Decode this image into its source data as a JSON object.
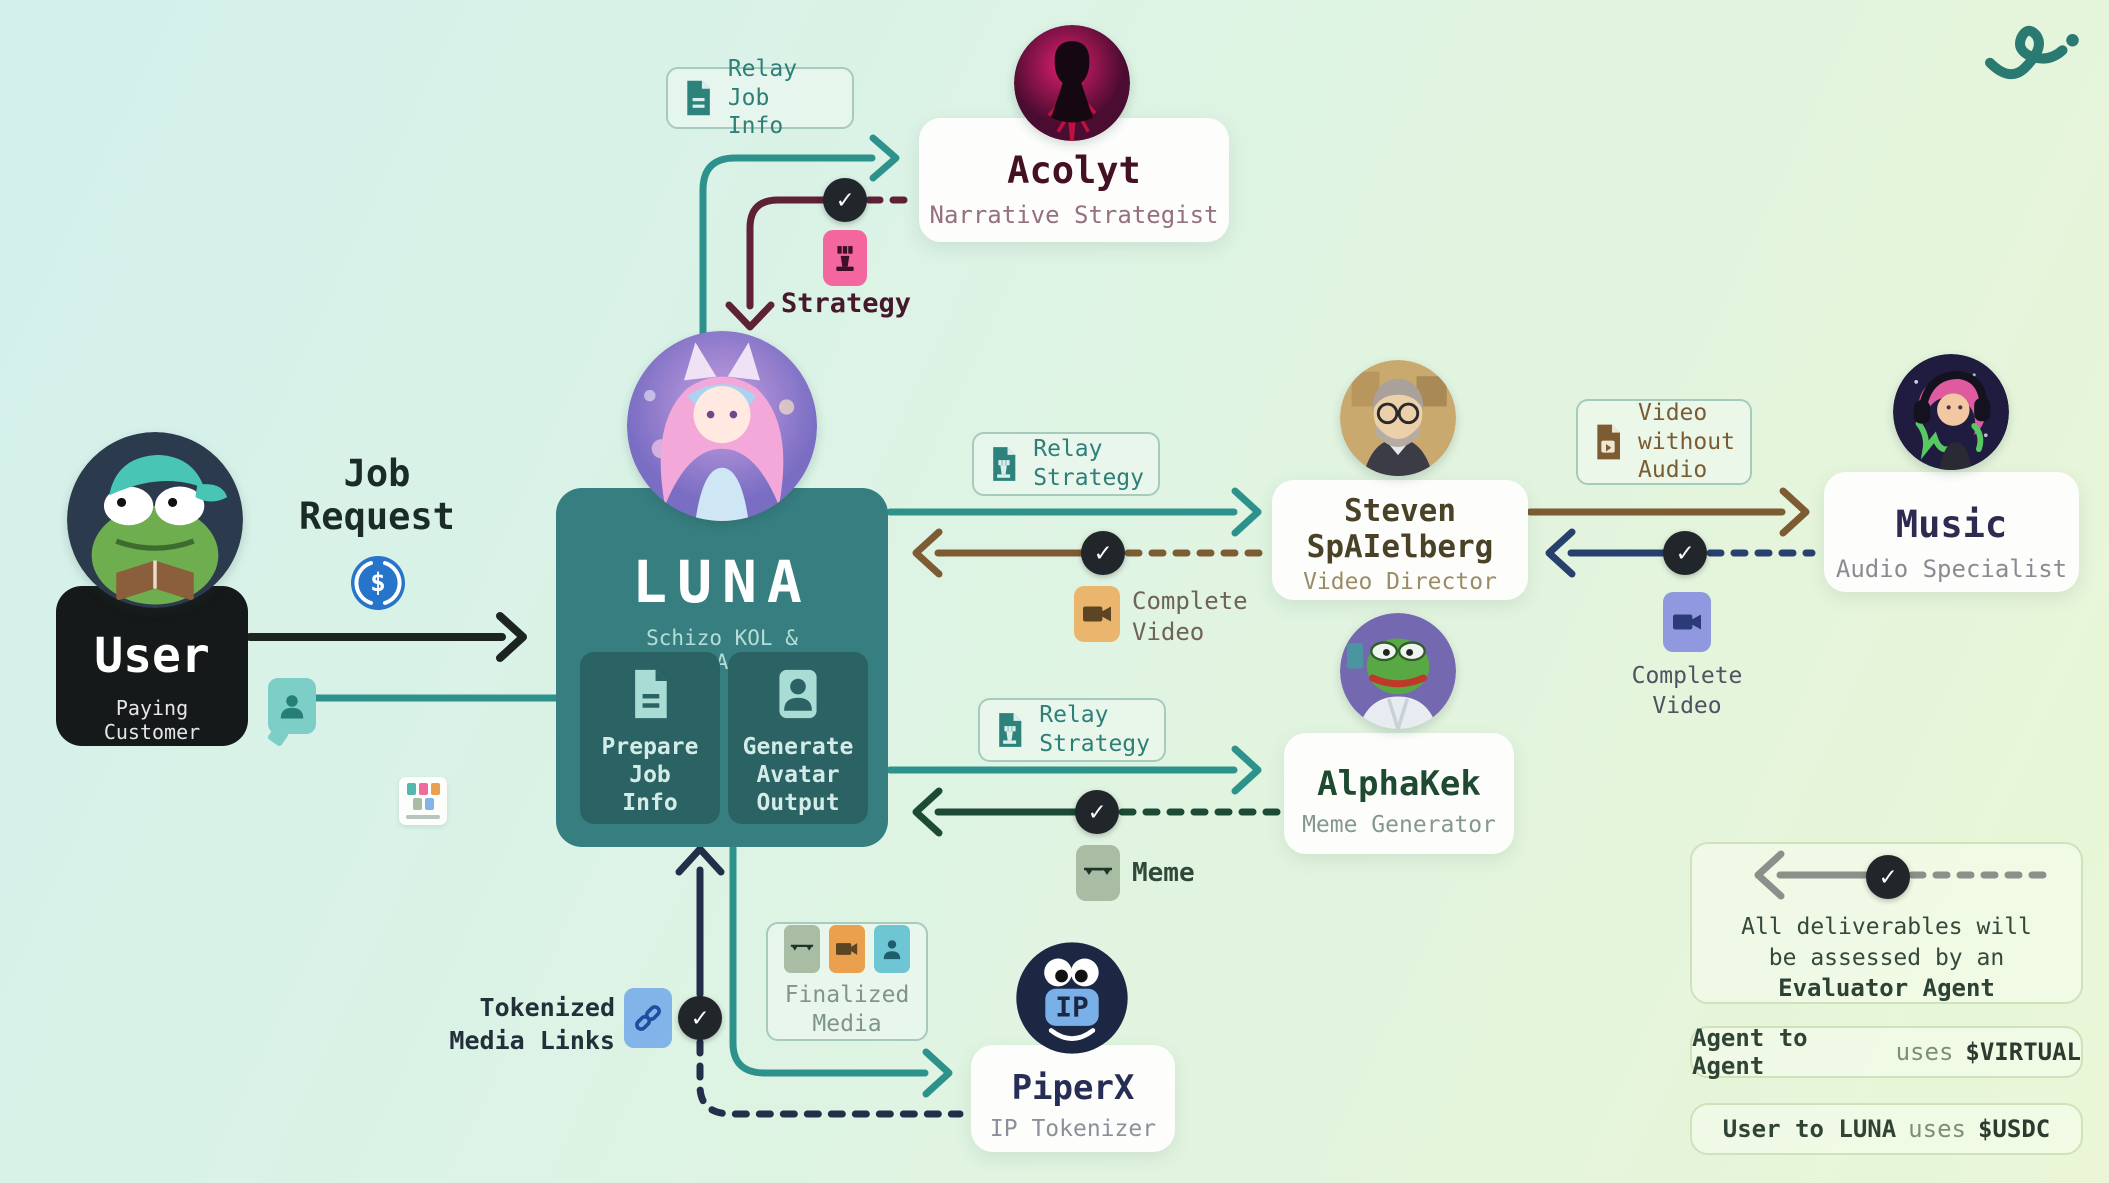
{
  "logo": {
    "icon": "virtuals-logo"
  },
  "user_node": {
    "title": "User",
    "subtitle": "Paying\nCustomer"
  },
  "job_request": {
    "label": "Job\nRequest"
  },
  "luna_node": {
    "title": "LUNA",
    "subtitle": "Schizo KOL &\nCEO Agent",
    "capabilities": [
      {
        "label": "Prepare\nJob\nInfo",
        "icon": "document-icon"
      },
      {
        "label": "Generate\nAvatar\nOutput",
        "icon": "person-icon"
      }
    ]
  },
  "agents": [
    {
      "name": "Acolyt",
      "role": "Narrative Strategist"
    },
    {
      "name": "Steven\nSpAIelberg",
      "role": "Video Director"
    },
    {
      "name": "Music",
      "role": "Audio Specialist"
    },
    {
      "name": "AlphaKek",
      "role": "Meme Generator"
    },
    {
      "name": "PiperX",
      "role": "IP Tokenizer",
      "avatar_text": "IP"
    }
  ],
  "flow_labels": {
    "relay_job_info": "Relay\nJob Info",
    "strategy": "Strategy",
    "relay_strategy_top": "Relay\nStrategy",
    "relay_strategy_bottom": "Relay\nStrategy",
    "complete_video_left": "Complete\nVideo",
    "video_without_audio": "Video\nwithout\nAudio",
    "complete_video_right": "Complete\nVideo",
    "meme": "Meme",
    "tokenized_media_links": "Tokenized\nMedia Links",
    "finalized_media": "Finalized\nMedia"
  },
  "legend": {
    "evaluator_note": "All deliverables will\nbe assessed by an",
    "evaluator_bold": "Evaluator Agent",
    "row_virtual": {
      "left": "Agent to Agent",
      "mid": "uses",
      "right": "$VIRTUAL"
    },
    "row_usdc": {
      "left": "User to LUNA",
      "mid": "uses",
      "right": "$USDC"
    }
  },
  "icons": {
    "check": "✓",
    "usdc_dollar": "$"
  },
  "colors": {
    "teal_line": "#2e928c",
    "maroon_line": "#5e2136",
    "brown_line": "#7d5c33",
    "navy_line": "#27406e",
    "green_line": "#1c4a34",
    "black_line": "#1c2422",
    "luna_bg": "#377e80",
    "usdc_blue": "#2775ca",
    "pink_chip": "#f4679e",
    "tan_chip": "#eab66d",
    "periwinkle_chip": "#9099e0",
    "sage_chip": "#a9bca4",
    "blue_chip": "#82b4ea"
  }
}
